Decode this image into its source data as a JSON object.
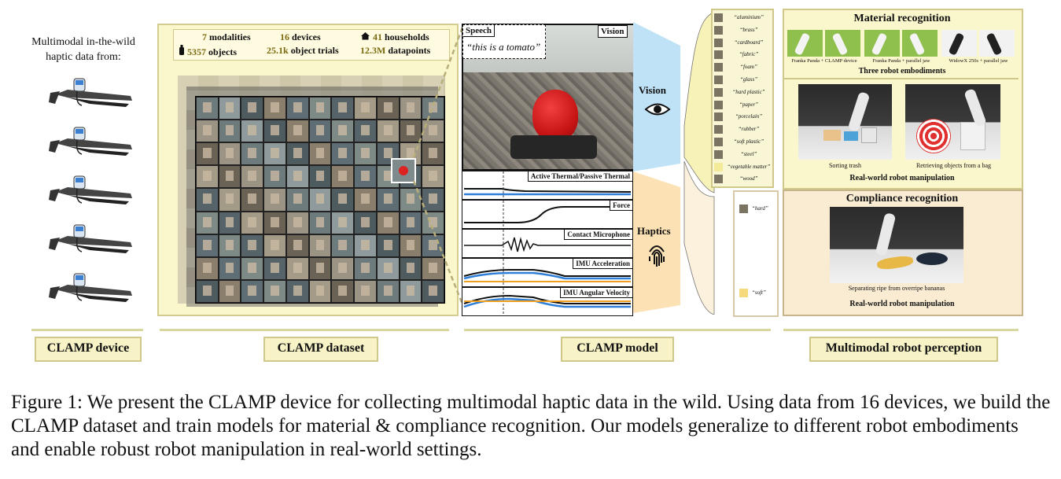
{
  "device_panel": {
    "heading": "Multimodal in-the-wild haptic data from:",
    "label": "CLAMP device",
    "device_count": 5
  },
  "dataset_panel": {
    "stats": [
      {
        "value": "7",
        "text": "modalities"
      },
      {
        "value": "16",
        "text": "devices"
      },
      {
        "value": "41",
        "text": "households",
        "icon": "house-icon"
      },
      {
        "value": "5357",
        "text": "objects",
        "icon": "bottle-icon"
      },
      {
        "value": "25.1k",
        "text": "object trials"
      },
      {
        "value": "12.3M",
        "text": "datapoints"
      }
    ],
    "label": "CLAMP dataset"
  },
  "model_panel": {
    "speech_label": "Speech",
    "speech_text": "“this is a tomato”",
    "vision_label": "Vision",
    "sensors": [
      {
        "name": "Active Thermal/Passive Thermal"
      },
      {
        "name": "Force"
      },
      {
        "name": "Contact Microphone"
      },
      {
        "name": "IMU Acceleration"
      },
      {
        "name": "IMU Angular Velocity"
      }
    ],
    "vision_branch": "Vision",
    "haptics_branch": "Haptics",
    "label": "CLAMP model"
  },
  "materials": [
    "“aluminium”",
    "“brass”",
    "“cardboard”",
    "“fabric”",
    "“foam”",
    "“glass”",
    "“hard plastic”",
    "“paper”",
    "“porcelain”",
    "“rubber”",
    "“soft plastic”",
    "“steel”",
    "“vegetable matter”",
    "“wood”"
  ],
  "compliance": [
    "“hard”",
    "“soft”"
  ],
  "perception_panel": {
    "material_title": "Material recognition",
    "embodiments": [
      "Franka Panda + CLAMP device",
      "Franka Panda + parallel jaw",
      "WidowX 250s + parallel jaw"
    ],
    "embodiments_title": "Three robot embodiments",
    "tasks": [
      "Sorting trash",
      "Retrieving objects from a bag"
    ],
    "manipulation_title": "Real-world robot manipulation",
    "compliance_title": "Compliance recognition",
    "compliance_caption": "Separating ripe from overripe bananas",
    "manipulation_title_2": "Real-world robot manipulation",
    "label": "Multimodal robot perception"
  },
  "caption": "Figure 1: We present the CLAMP device for collecting multimodal haptic data in the wild. Using data from 16 devices, we build the CLAMP dataset and train models for material & compliance recognition. Our models generalize to different robot embodiments and enable robust robot manipulation in real-world settings.",
  "colors": {
    "panel_fill": "#fbf7cc",
    "panel_border": "#cfc88a",
    "vision_blue": "#bfe2f7",
    "haptics_orange": "#fbe1b3",
    "compliance_fill": "#faecd2",
    "compliance_border": "#c7b48a",
    "signal_blue": "#2f7fd8",
    "signal_orange": "#f0a020"
  }
}
